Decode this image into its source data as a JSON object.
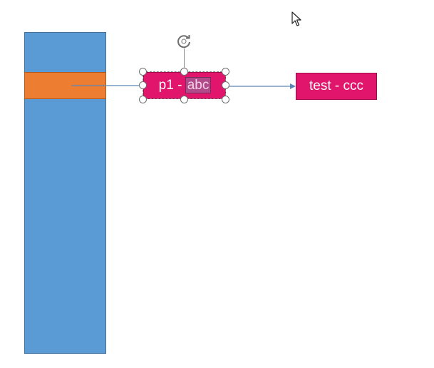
{
  "canvas": {
    "background": "#ffffff"
  },
  "shapes": {
    "blue_column": {
      "fill": "#5b9bd5"
    },
    "orange_band": {
      "fill": "#ed7d31"
    },
    "p1_box": {
      "text_prefix": "p1 - ",
      "text_selected": "abc",
      "fill": "#e0156b",
      "selected": true
    },
    "test_box": {
      "text": "test - ccc",
      "fill": "#e0156b"
    }
  },
  "connectors": {
    "band_to_p1": {
      "color": "#5b87b7"
    },
    "p1_to_test": {
      "color": "#5b87b7",
      "arrowhead": "end"
    }
  },
  "icons": {
    "rotate_handle": "rotate-icon",
    "pointer": "mouse-pointer-icon"
  }
}
